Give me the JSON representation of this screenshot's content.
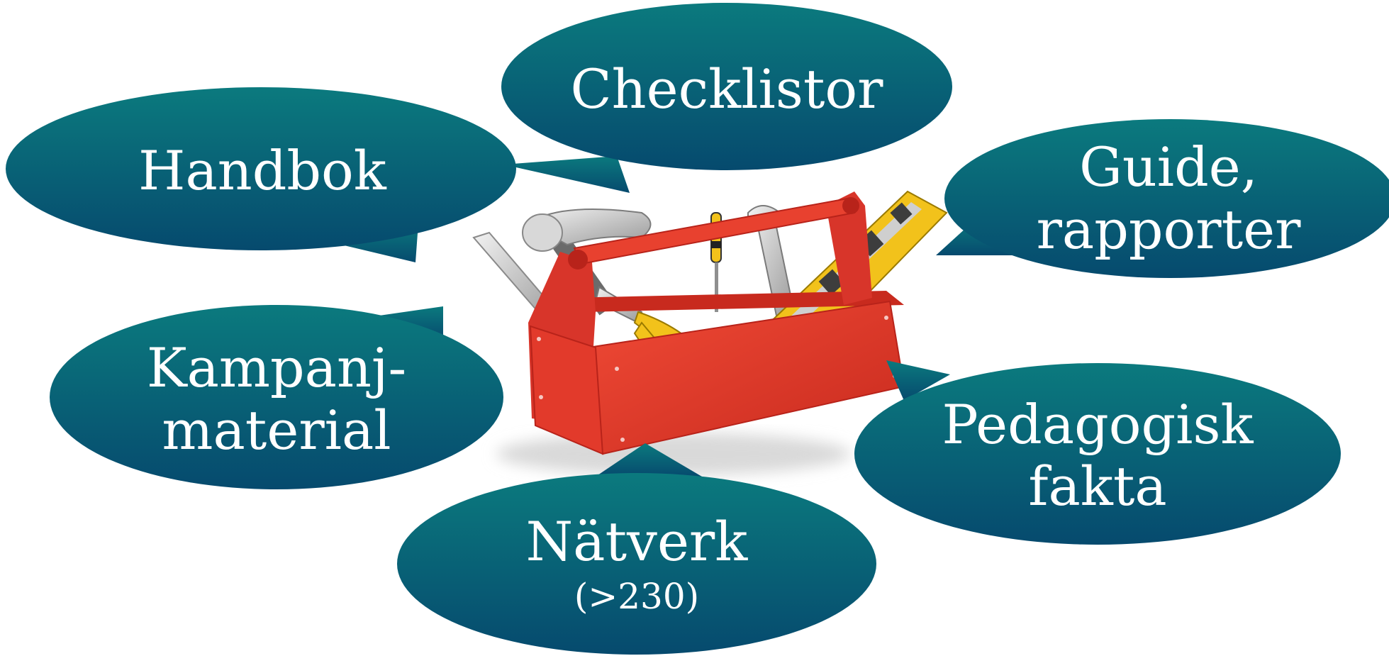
{
  "colors": {
    "bubble_top": "#0b7a7e",
    "bubble_bottom": "#064a6e",
    "toolbox_red": "#e23a2b",
    "toolbox_dark": "#b8231a",
    "level_yellow": "#f2c21b"
  },
  "bubbles": {
    "checklistor": {
      "text": "Checklistor"
    },
    "handbok": {
      "text": "Handbok"
    },
    "guide": {
      "line1": "Guide,",
      "line2": "rapporter"
    },
    "kampanj": {
      "line1": "Kampanj-",
      "line2": "material"
    },
    "pedagogisk": {
      "line1": "Pedagogisk",
      "line2": "fakta"
    },
    "natverk": {
      "line1": "Nätverk",
      "line2": "(>230)"
    }
  },
  "illustration": {
    "icon": "toolbox-icon"
  }
}
